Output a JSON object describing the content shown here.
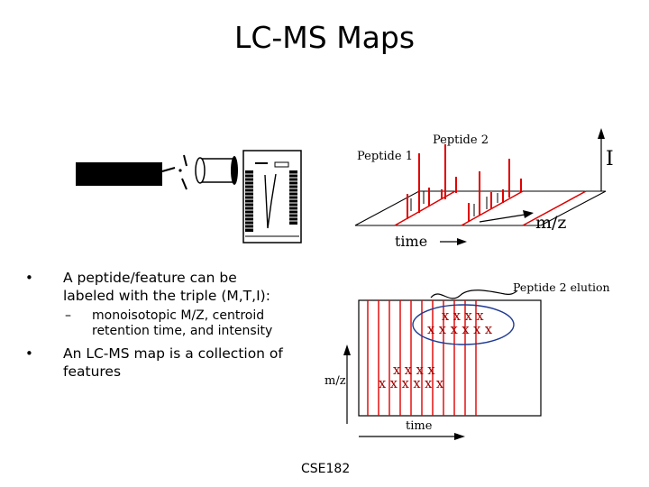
{
  "slide": {
    "title": "LC-MS Maps",
    "footer": "CSE182"
  },
  "top_diagram": {
    "peptide1_label": "Peptide 1",
    "peptide2_label": "Peptide 2",
    "intensity_label": "I",
    "mz_label": "m/z",
    "time_label": "time"
  },
  "bullets": {
    "item1": "A peptide/feature can be labeled with the triple (M,T,I):",
    "item1_sub": "monoisotopic M/Z, centroid retention time, and intensity",
    "item2": "An LC-MS map is a collection of features"
  },
  "bottom_diagram": {
    "elution_label": "Peptide 2 elution",
    "mz_label": "m/z",
    "time_label": "time",
    "cluster_upper": [
      "x x x x",
      "x x x x x x"
    ],
    "cluster_lower": [
      "x x x x",
      "x x x x x x"
    ]
  },
  "colors": {
    "accent": "#e00000",
    "text": "#000000"
  }
}
